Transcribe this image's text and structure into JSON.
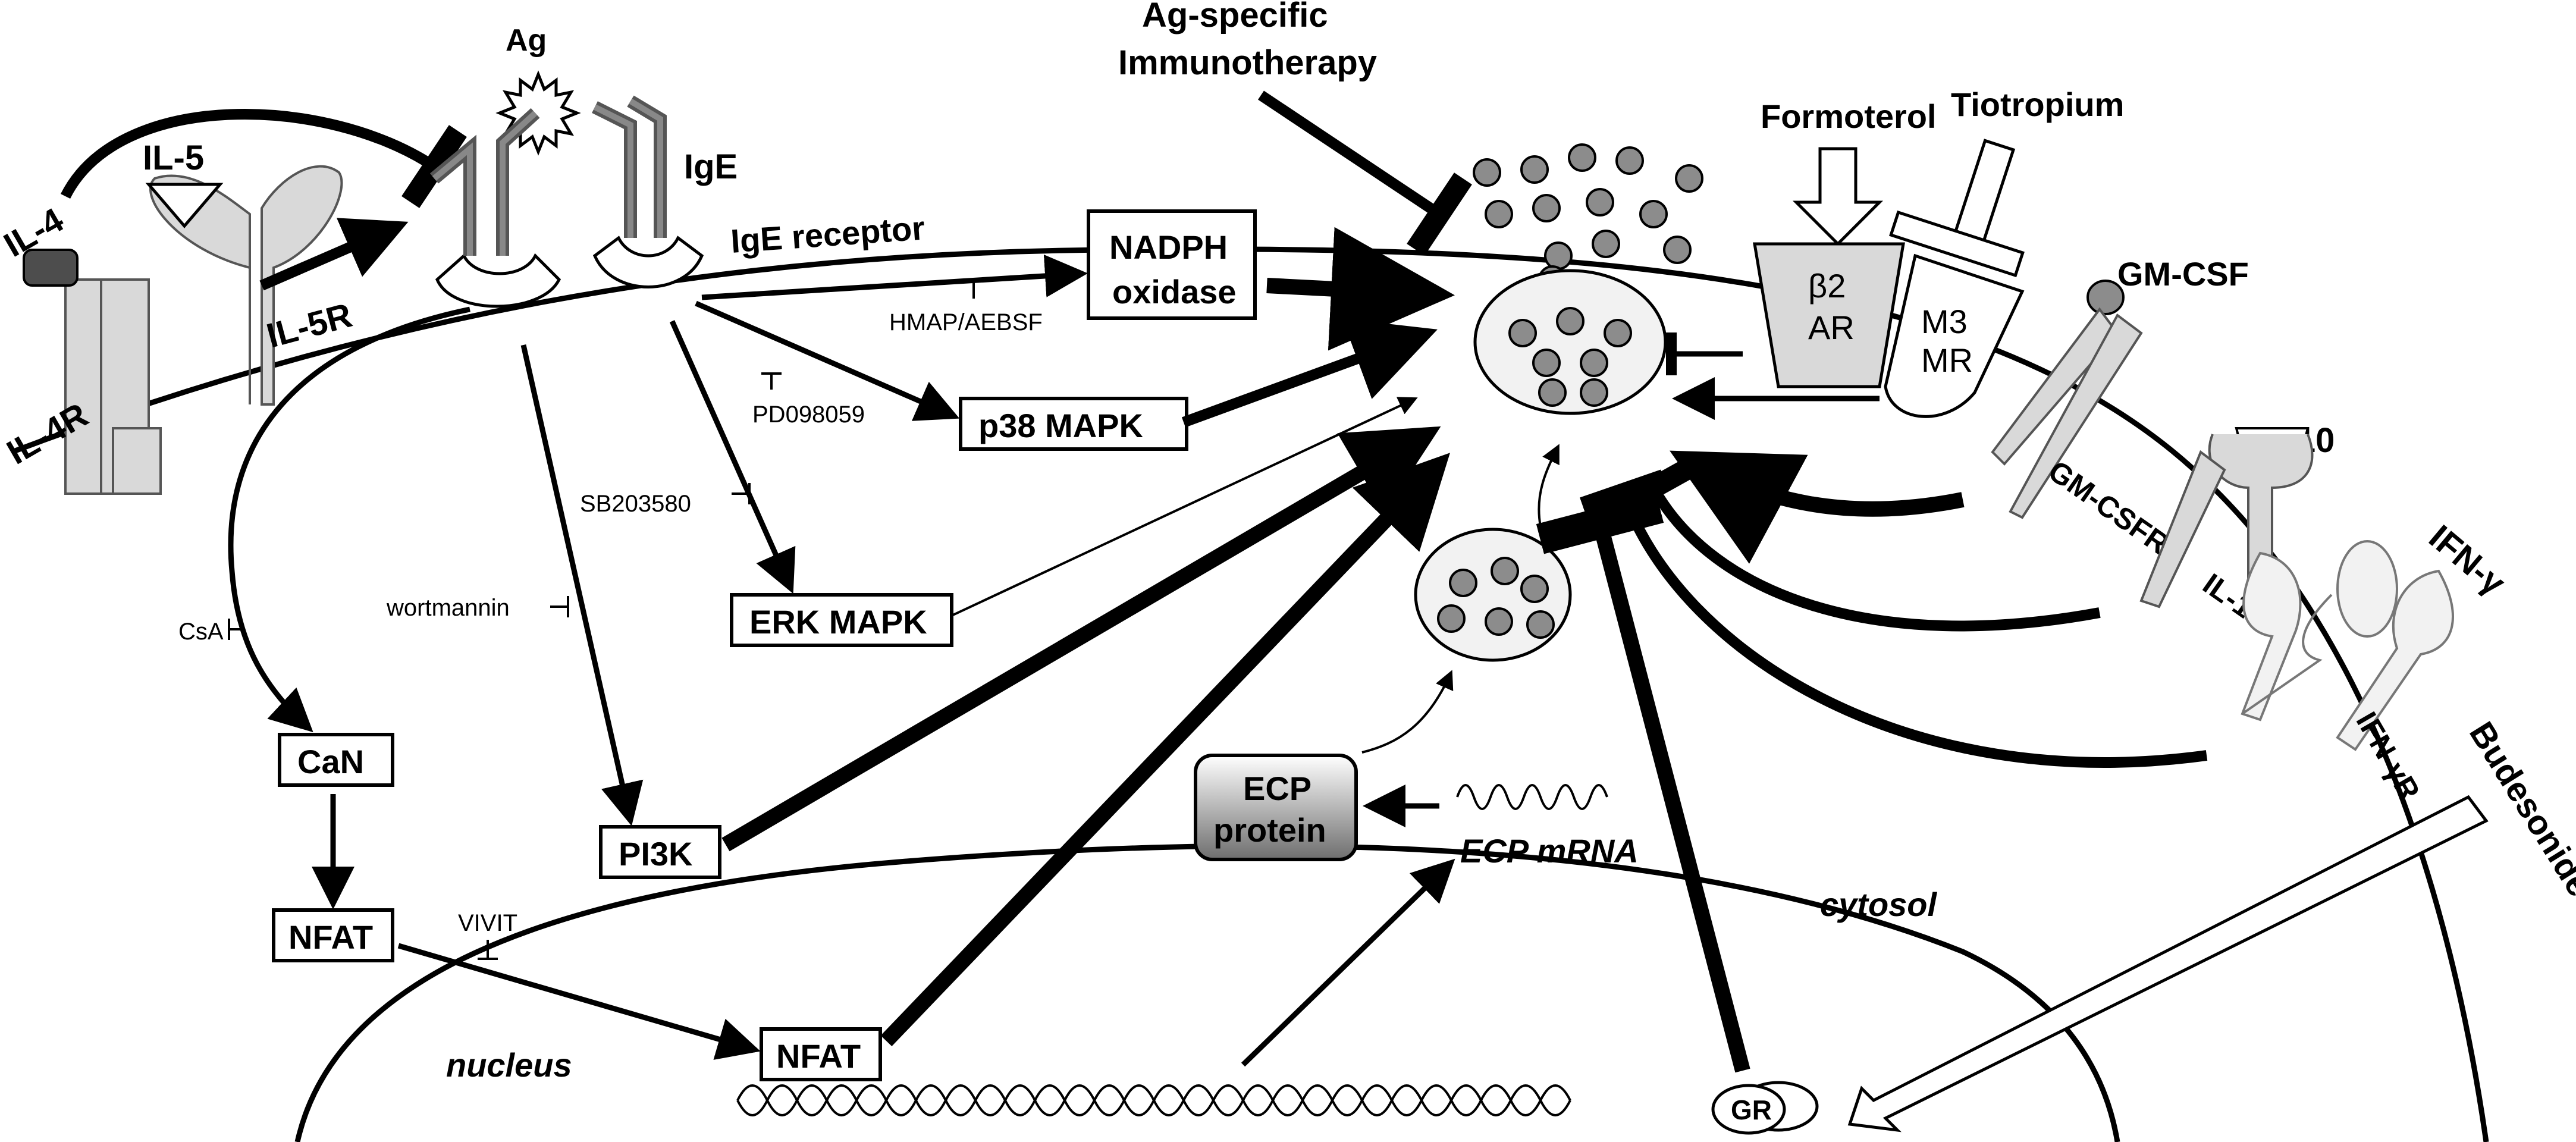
{
  "labels": {
    "antigen": "Ag",
    "ige": "IgE",
    "ige_receptor": "IgE receptor",
    "il4": "IL-4",
    "il4r": "IL-4R",
    "il5": "IL-5",
    "il5r": "IL-5R",
    "ag_immunotherapy_line1": "Ag-specific",
    "ag_immunotherapy_line2": "Immunotherapy",
    "formoterol": "Formoterol",
    "tiotropium": "Tiotropium",
    "beta2_line1": "β2",
    "beta2_line2": "AR",
    "m3_line1": "M3",
    "m3_line2": "MR",
    "gmcsf": "GM-CSF",
    "gmcsfr": "GM-CSFR",
    "il10": "IL-10",
    "il10r": "IL-10R",
    "ifng": "IFN-γ",
    "ifngr": "IFN-γR",
    "budesonide": "Budesonide",
    "cytosol": "cytosol",
    "nucleus": "nucleus",
    "gr": "GR",
    "ecp_mrna": "ECP mRNA"
  },
  "boxes": {
    "nadph_line1": "NADPH",
    "nadph_line2": "oxidase",
    "p38": "p38 MAPK",
    "erk": "ERK MAPK",
    "pi3k": "PI3K",
    "can": "CaN",
    "nfat_cyto": "NFAT",
    "nfat_nuc": "NFAT",
    "ecp_line1": "ECP",
    "ecp_line2": "protein"
  },
  "inhibitors": {
    "hmap": "HMAP/AEBSF",
    "pd": "PD098059",
    "sb": "SB203580",
    "wortmannin": "wortmannin",
    "csa": "CsA",
    "vivit": "VIVIT"
  },
  "colors": {
    "receptor_fill": "#d9d9d9",
    "granule_fill": "#8c8c8c",
    "ecp_gradient_top": "#ffffff",
    "ecp_gradient_bottom": "#6e6e6e",
    "il4_dark": "#4d4d4d"
  }
}
